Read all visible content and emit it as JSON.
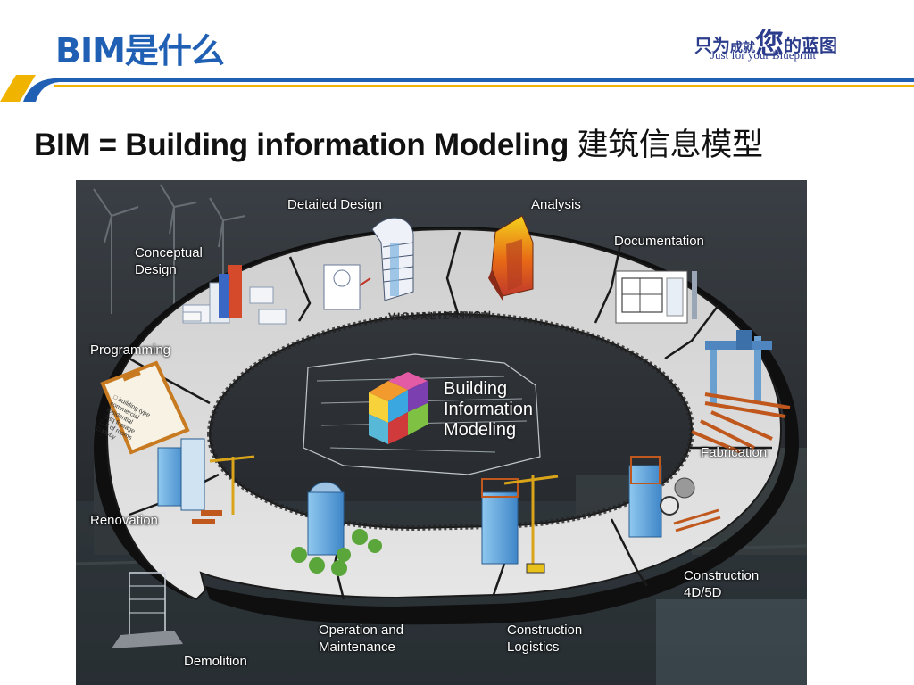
{
  "header": {
    "title": "BIM是什么",
    "logo": {
      "text_a": "只为",
      "text_b": "成就",
      "text_big": "您",
      "text_c": "的蓝图",
      "tagline": "Just for your Blueprint"
    }
  },
  "heading": {
    "en": "BIM = Building information Modeling",
    "cn": "建筑信息模型"
  },
  "diagram": {
    "center": "Building\nInformation\nModeling",
    "ring_label": "VISUALIZATION",
    "stages": {
      "detailed_design": "Detailed Design",
      "analysis": "Analysis",
      "documentation": "Documentation",
      "conceptual_design": "Conceptual\nDesign",
      "programming": "Programming",
      "fabrication": "Fabrication",
      "renovation": "Renovation",
      "construction_4d5d": "Construction\n4D/5D",
      "operation_maintenance": "Operation and\nMaintenance",
      "construction_logistics": "Construction\nLogistics",
      "demolition": "Demolition"
    },
    "clipboard_text": "□ building type\n  commercial\n  residential\n□ sq footage\n□ # of rooms\n□ lobby"
  },
  "colors": {
    "title_blue": "#1f5fb4",
    "band_blue": "#1f5fb4",
    "band_gold": "#f0b400",
    "ring": "#d7d7d7",
    "ring_edge": "#1a1a1a"
  }
}
